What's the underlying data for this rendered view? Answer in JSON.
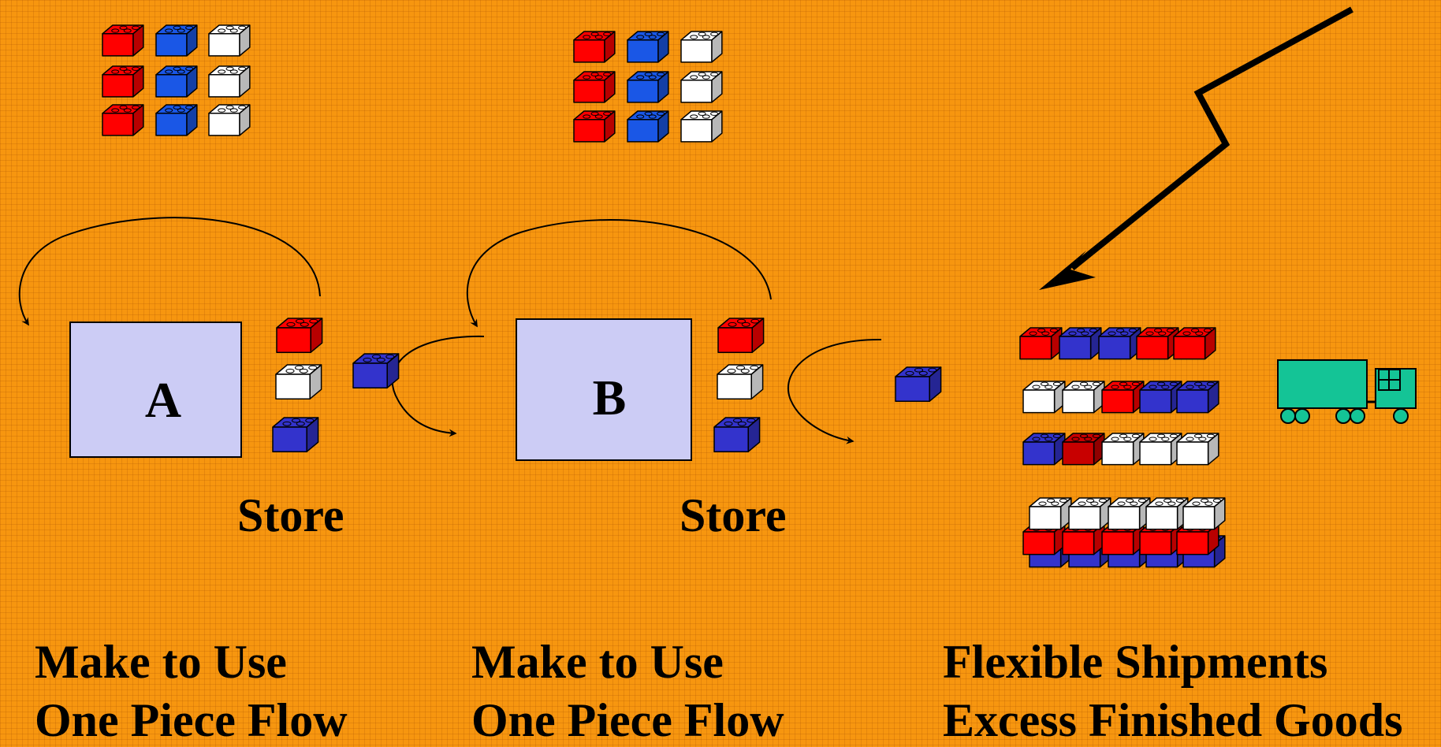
{
  "colors": {
    "background": "#F7960F",
    "process_box": "#CCCCF5",
    "brick_red": "#FF0000",
    "brick_blue": "#3333CC",
    "brick_blue_light": "#1A57E6",
    "brick_white": "#FFFFFF",
    "brick_dark_red": "#C80000",
    "truck": "#14C496"
  },
  "processes": {
    "a": {
      "label": "A"
    },
    "b": {
      "label": "B"
    }
  },
  "stores": {
    "a": {
      "label": "Store"
    },
    "b": {
      "label": "Store"
    }
  },
  "captions": {
    "col1": {
      "line1": "Make to Use",
      "line2": "One Piece Flow"
    },
    "col2": {
      "line1": "Make to Use",
      "line2": "One Piece Flow"
    },
    "col3": {
      "line1": "Flexible Shipments",
      "line2": "Excess Finished Goods"
    }
  },
  "icons": {
    "brick": "lego-brick-icon",
    "truck": "truck-icon",
    "loop_arrow": "curved-arrow-icon",
    "signal_arrow": "zigzag-arrow-icon"
  }
}
